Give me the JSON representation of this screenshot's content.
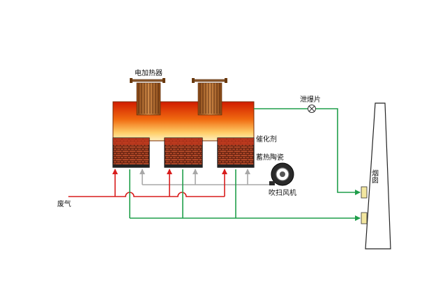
{
  "labels": {
    "heater": "电加热器",
    "catalyst": "催化剂",
    "ceramic": "蓄热陶瓷",
    "blower": "吹扫风机",
    "waste_gas": "废气",
    "rupture_disc": "泄爆片",
    "chimney": "烟囱"
  },
  "colors": {
    "inlet_line": "#d81c1c",
    "outlet_line": "#1f9e4a",
    "purge_line": "#aaaaaa",
    "brick": "#a83e22",
    "chamber_top": "#d31a00",
    "chamber_bottom": "#ffe9a6"
  }
}
